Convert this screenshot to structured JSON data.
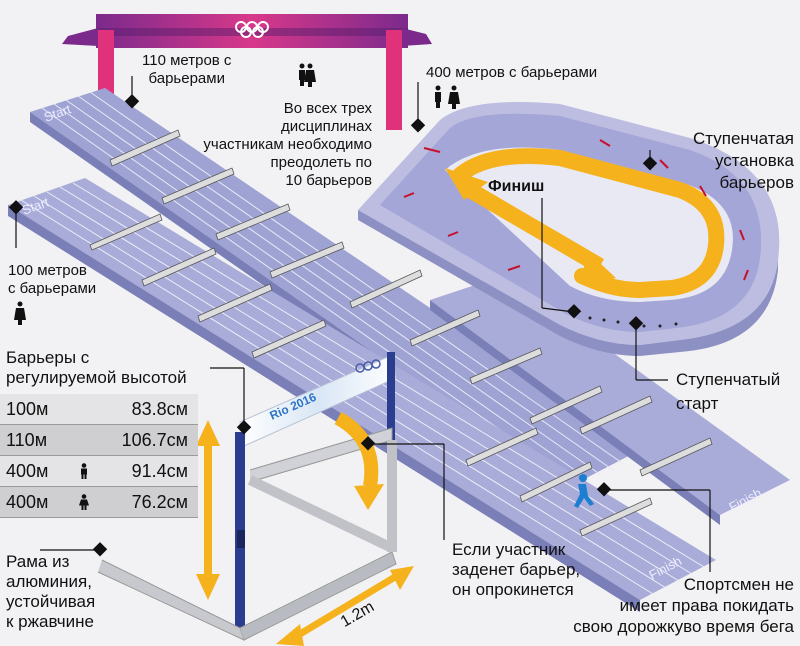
{
  "labels": {
    "m110": "110 метров с\nбарьерами",
    "note": "Во всех трех дисциплинах\nучастникам необходимо\nпреодолеть по\n10 барьеров",
    "m400": "400 метров с барьерами",
    "staggered_hurdles": "Ступенчатая\nустановка\nбарьеров",
    "finish": "Финиш",
    "m100": "100 метров\nс барьерами",
    "adjustable": "Барьеры с\nрегулируемой высотой",
    "staggered_start": "Ступенчатый\nстарт",
    "knock": "Если участник\nзаденет барьер,\nон опрокинется",
    "frame": "Рама из\nалюминия,\nустойчивая\nк ржавчине",
    "lane_rule": "Спортсмен не\nимеет права покидать\nсвою дорожкуво время бега",
    "width": "1.2m"
  },
  "track_text": {
    "start": "Start",
    "finish": "Finish",
    "brand": "Rio 2016"
  },
  "heights": [
    {
      "event": "100м",
      "height": "83.8см",
      "gender": ""
    },
    {
      "event": "110м",
      "height": "106.7см",
      "gender": ""
    },
    {
      "event": "400м",
      "height": "91.4см",
      "gender": "male"
    },
    {
      "event": "400м",
      "height": "76.2см",
      "gender": "female"
    }
  ],
  "colors": {
    "track": "#a9acd8",
    "arrow": "#f5b21c",
    "marker": "#c8102e",
    "pole": "#2b3d8f",
    "leg_pink": "#e0327a"
  },
  "icons": [
    "male-icon",
    "female-icon",
    "runner-icon",
    "olympic-rings-icon"
  ]
}
